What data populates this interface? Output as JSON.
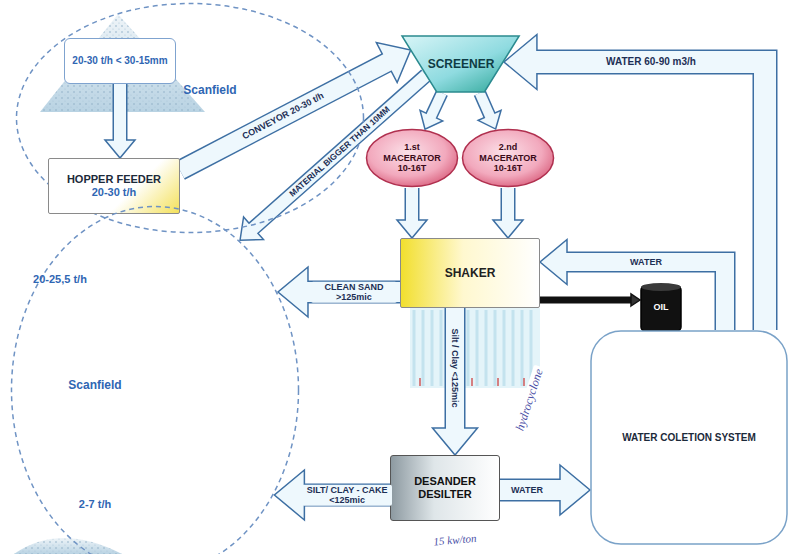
{
  "diagram": {
    "nodes": [
      {
        "text": [
          "Scanfield"
        ]
      },
      {
        "text": [
          "20-30 t/h < 30-15mm"
        ],
        "in": 0
      },
      {
        "text": [
          "HOPPER FEEDER",
          "20-30 t/h"
        ],
        "in": 0
      },
      {
        "text": [
          "SCREENER"
        ]
      },
      {
        "text": [
          "1.st MACERATOR 10-16T"
        ]
      },
      {
        "text": [
          "2.nd MACERATOR 10-16T"
        ]
      },
      {
        "text": [
          "SHAKER"
        ]
      },
      {
        "text": [
          "OIL"
        ]
      },
      {
        "text": [
          "20-25,5 t/h",
          "Scanfield",
          "2-7 t/h"
        ]
      },
      {
        "text": [
          "DESANDER DESILTER"
        ]
      },
      {
        "text": [
          "WATER COLETION SYSTEM"
        ]
      }
    ],
    "edges": [
      {
        "from": 1,
        "to": 2,
        "arrow": "to"
      },
      {
        "from": 2,
        "to": 3,
        "label": "CONVEYOR 20-30 t/h",
        "arrow": "to"
      },
      {
        "from": 3,
        "to": 8,
        "label": "MATERIAL BIGGER THAN 10MM",
        "arrow": "to"
      },
      {
        "from": 3,
        "to": 4,
        "arrow": "to"
      },
      {
        "from": 3,
        "to": 5,
        "arrow": "to"
      },
      {
        "from": 4,
        "to": 6,
        "arrow": "to"
      },
      {
        "from": 5,
        "to": 6,
        "arrow": "to"
      },
      {
        "from": 6,
        "to": 7,
        "arrow": "to"
      },
      {
        "from": 6,
        "to": 8,
        "label": "CLEAN SAND >125mic",
        "arrow": "to"
      },
      {
        "from": 6,
        "to": 9,
        "label": "Silt / Clay <125mic",
        "arrow": "to"
      },
      {
        "from": 9,
        "to": 8,
        "label": "SILT/ CLAY - CAKE <125mic",
        "arrow": "to"
      },
      {
        "from": 9,
        "to": 10,
        "label": "WATER",
        "arrow": "to"
      },
      {
        "from": 10,
        "to": 3,
        "label": "WATER 60-90 m3/h",
        "arrow": "to"
      },
      {
        "from": 10,
        "to": 6,
        "label": "WATER",
        "arrow": "to"
      }
    ],
    "labels": [
      "hydrocyclone",
      "15 kw/ton"
    ]
  }
}
